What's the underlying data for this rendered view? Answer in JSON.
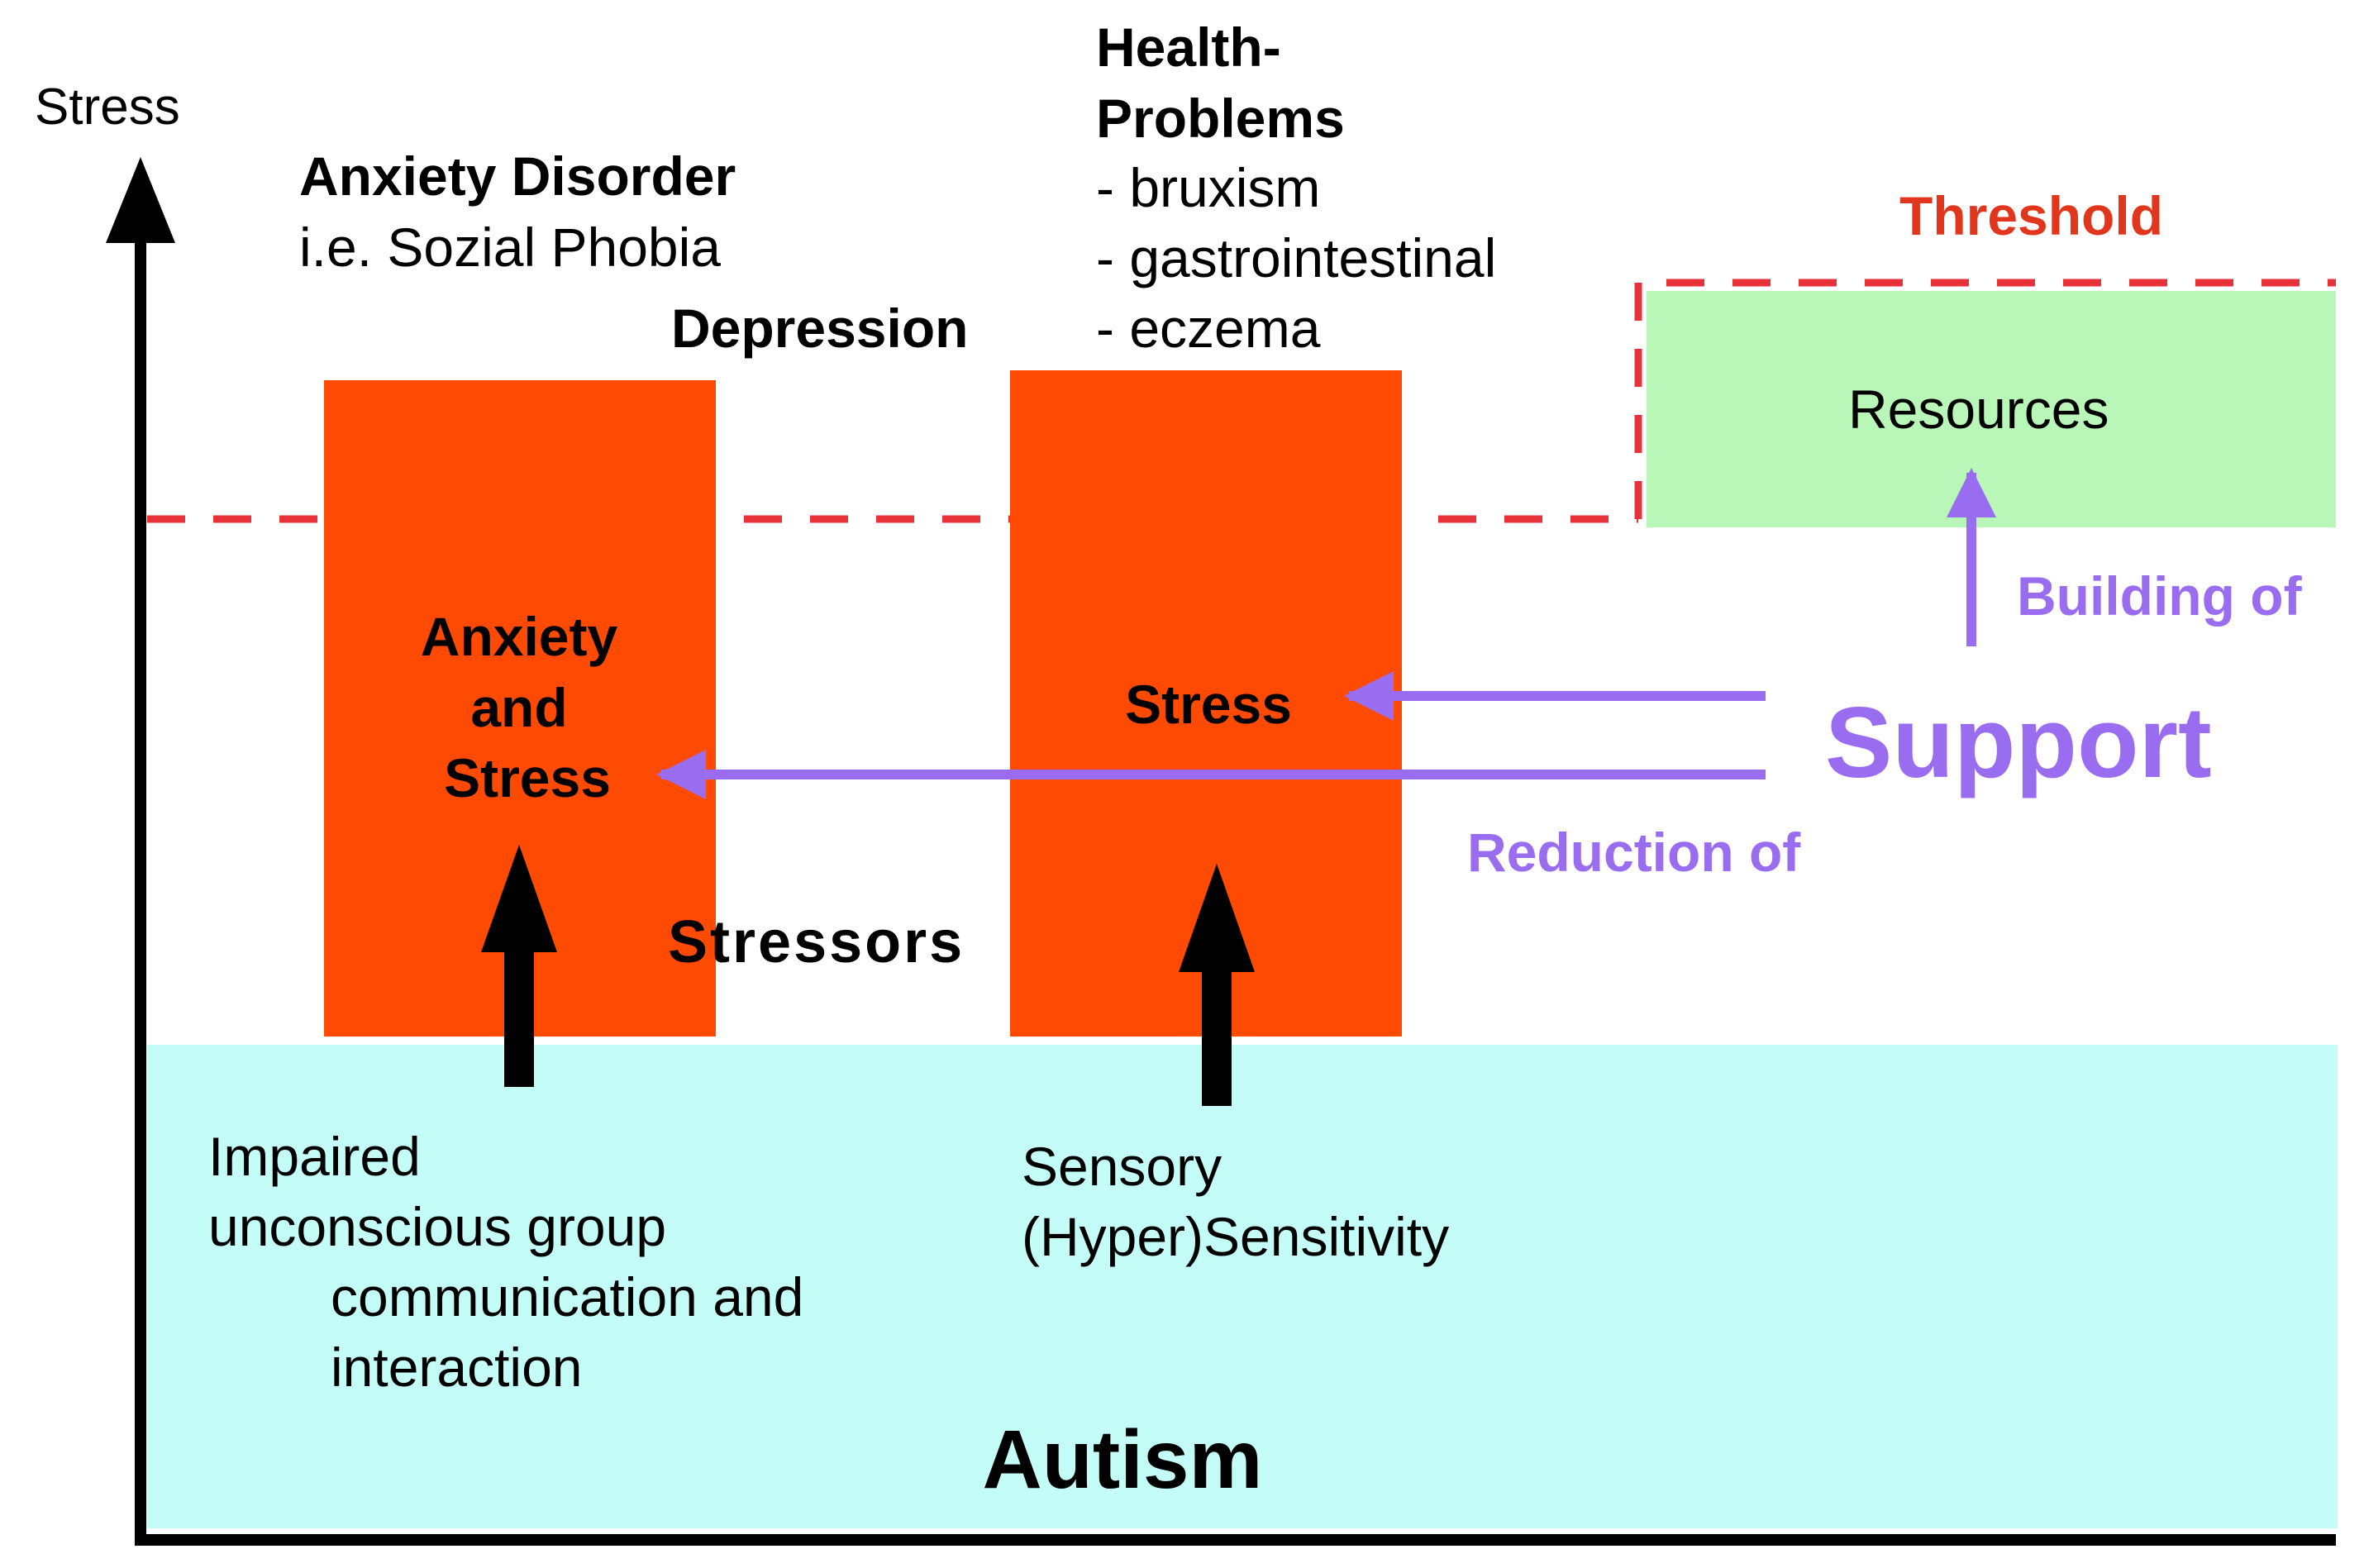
{
  "axis": {
    "y_label": "Stress"
  },
  "threshold": {
    "label": "Threshold"
  },
  "resources": {
    "label": "Resources"
  },
  "support": {
    "label": "Support",
    "building_label": "Building of",
    "reduction_label": "Reduction of"
  },
  "anxiety_disorder": {
    "title": "Anxiety Disorder",
    "example": "i.e. Sozial Phobia"
  },
  "depression": {
    "label": "Depression"
  },
  "health_problems": {
    "title_line1": "Health-",
    "title_line2": "Problems",
    "items": [
      "- bruxism",
      "- gastrointestinal",
      "- eczema"
    ]
  },
  "left_box": {
    "line1": "Anxiety",
    "line2": "and",
    "line3": "Stress"
  },
  "right_box": {
    "label": "Stress"
  },
  "stressors": {
    "label": "Stressors"
  },
  "autism": {
    "label": "Autism",
    "left_text": [
      "Impaired",
      "unconscious group",
      "communication and",
      "interaction"
    ],
    "right_text": [
      "Sensory",
      "(Hyper)Sensitivity"
    ]
  },
  "colors": {
    "stress_box": "#ff4a04",
    "autism_region": "#c4fcf8",
    "resources_box": "#b9f7b9",
    "support": "#9a6cf0",
    "threshold": "#e73239",
    "threshold_label": "#e1361c",
    "axis": "#000000"
  }
}
